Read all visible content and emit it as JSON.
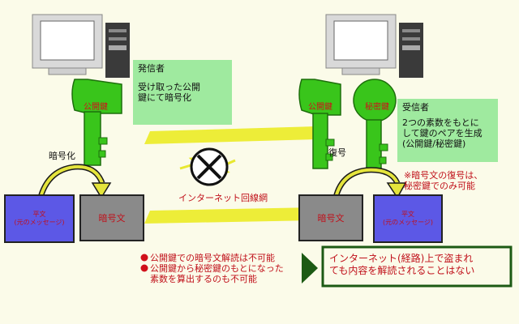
{
  "sender_note": {
    "title": "発信者",
    "line1": "受け取った公開",
    "line2": "鍵にて暗号化"
  },
  "receiver_note": {
    "title": "受信者",
    "line1": "2つの素数をもとに",
    "line2": "して鍵のペアを生成",
    "line3": "(公開鍵/秘密鍵)"
  },
  "left_key_label": "公開鍵",
  "right_public_key_label": "公開鍵",
  "right_private_key_label": "秘密鍵",
  "encrypt_label": "暗号化",
  "decrypt_label": "復号",
  "network_label": "インターネット回線網",
  "left_plaintext": {
    "line1": "平文",
    "line2": "(元のメッセージ)"
  },
  "right_plaintext": {
    "line1": "平文",
    "line2": "(元のメッセージ)"
  },
  "left_ciphertext": "暗号文",
  "right_ciphertext": "暗号文",
  "decrypt_note": {
    "line1": "※暗号文の復号は、",
    "line2": "秘密鍵でのみ可能"
  },
  "bullets": {
    "item1": "公開鍵での暗号文解読は不可能",
    "item2_line1": "公開鍵から秘密鍵のもとになった",
    "item2_line2": "素数を算出するのも不可能"
  },
  "safety_note": {
    "line1": "インターネット(経路)上で盗まれ",
    "line2": "ても内容を解読されることはない"
  }
}
